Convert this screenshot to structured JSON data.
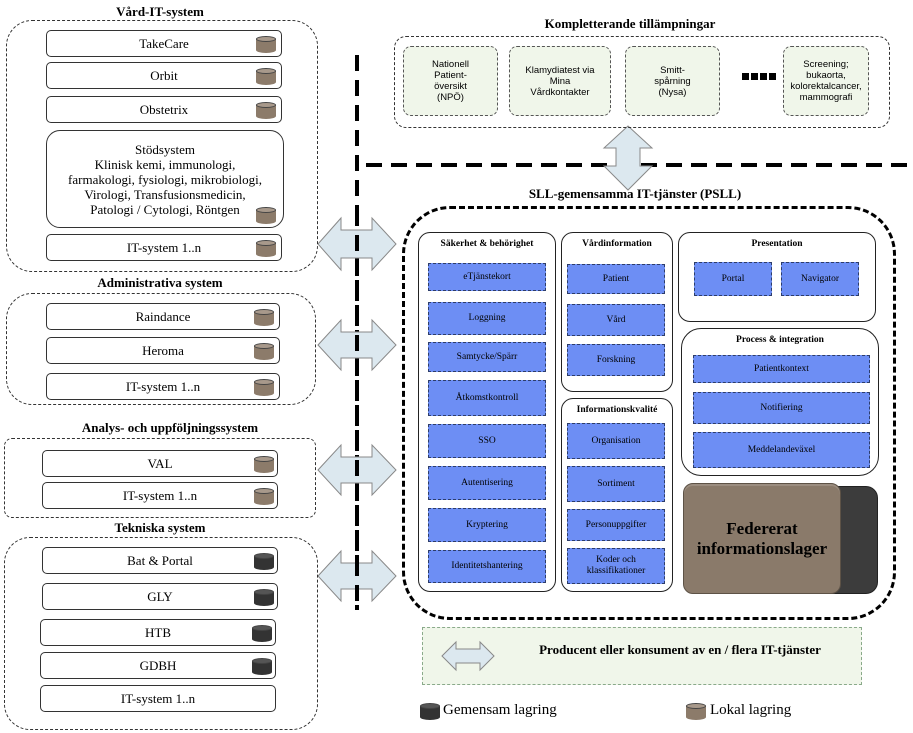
{
  "vard_it": {
    "title": "Vård-IT-system",
    "systems": [
      "TakeCare",
      "Orbit",
      "Obstetrix"
    ],
    "stod_lines": [
      "Stödsystem",
      "Klinisk kemi, immunologi,",
      "farmakologi, fysiologi, mikrobiologi,",
      "Virologi, Transfusionsmedicin,",
      "Patologi / Cytologi, Röntgen"
    ],
    "it_system": "IT-system 1..n"
  },
  "administrativa": {
    "title": "Administrativa system",
    "systems": [
      "Raindance",
      "Heroma",
      "IT-system 1..n"
    ]
  },
  "analys": {
    "title": "Analys- och uppföljningssystem",
    "systems": [
      "VAL",
      "IT-system 1..n"
    ]
  },
  "tekniska": {
    "title": "Tekniska system",
    "systems": [
      "Bat & Portal",
      "GLY",
      "HTB",
      "GDBH",
      "IT-system 1..n"
    ]
  },
  "kompletterande": {
    "title": "Kompletterande tillämpningar",
    "apps": [
      [
        "Nationell",
        "Patient-",
        "översikt",
        "(NPÖ)"
      ],
      [
        "Klamydiatest via",
        "Mina",
        "Vårdkontakter"
      ],
      [
        "Smitt-",
        "spårning",
        "(Nysa)"
      ],
      [
        "Screening;",
        "bukaorta,",
        "kolorektalcancer,",
        "mammografi"
      ]
    ]
  },
  "psll": {
    "title": "SLL-gemensamma IT-tjänster (PSLL)",
    "sakerhet": {
      "title": "Säkerhet & behörighet",
      "items": [
        "eTjänstekort",
        "Loggning",
        "Samtycke/Spärr",
        "Åtkomstkontroll",
        "SSO",
        "Autentisering",
        "Kryptering",
        "Identitetshantering"
      ]
    },
    "vardinformation": {
      "title": "Vårdinformation",
      "items": [
        "Patient",
        "Vård",
        "Forskning"
      ]
    },
    "informationskvalite": {
      "title": "Informationskvalité",
      "items": [
        "Organisation",
        "Sortiment",
        "Personuppgifter",
        "Koder och klassifikationer"
      ]
    },
    "presentation": {
      "title": "Presentation",
      "items": [
        "Portal",
        "Navigator"
      ]
    },
    "process": {
      "title": "Process & integration",
      "items": [
        "Patientkontext",
        "Notifiering",
        "Meddelandeväxel"
      ]
    },
    "federerat": [
      "Federerat",
      "informationslager"
    ]
  },
  "producent": "Producent eller konsument av en / flera IT-tjänster",
  "legend": {
    "shared": "Gemensam lagring",
    "local": "Lokal lagring"
  },
  "colors": {
    "service_blue": "#6d8ef4",
    "arrow_fill": "#dce8ef",
    "local_storage": "#8c7b6a",
    "shared_storage": "#333333",
    "app_fill": "#f0f6ea"
  }
}
